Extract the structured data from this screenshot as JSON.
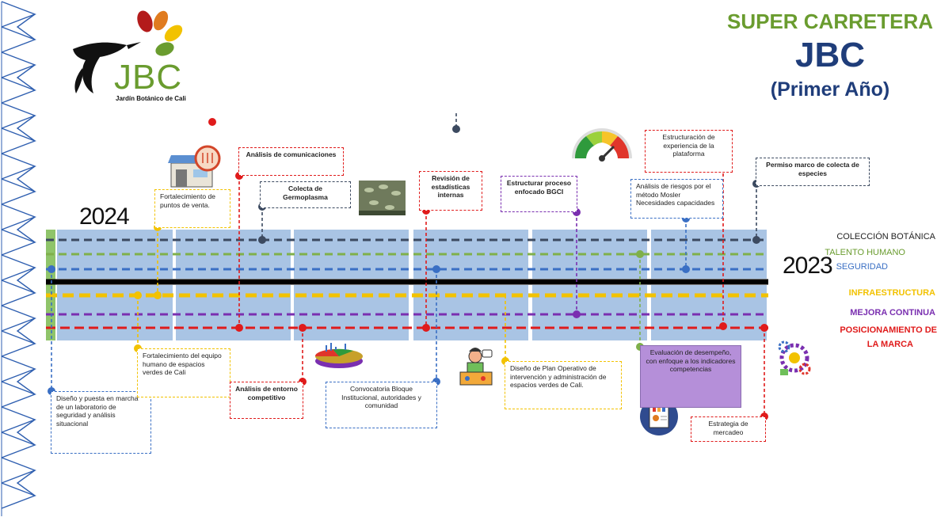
{
  "header": {
    "title_line1": "SUPER CARRETERA",
    "title_line2": "JBC",
    "title_line3": "(Primer Año)"
  },
  "logo": {
    "letters": "JBC",
    "subtitle": "Jardín Botánico de Cali"
  },
  "years": {
    "left": "2024",
    "right": "2023"
  },
  "colors": {
    "green": "#6a9c2f",
    "navy": "#1f3d7a",
    "red": "#e01b1b",
    "blue": "#3a6fc4",
    "yellow": "#f2c200",
    "purple": "#7a2fb0",
    "dark": "#3c4a60",
    "lane_fill": "#a9c4e4"
  },
  "legend": [
    {
      "label": "COLECCIÓN BOTÁNICA",
      "color": "#222222"
    },
    {
      "label": "TALENTO HUMANO",
      "color": "#6a9c2f"
    },
    {
      "label": "SEGURIDAD",
      "color": "#3a6fc4"
    },
    {
      "label": "INFRAESTRUCTURA",
      "color": "#f2c200"
    },
    {
      "label": "MEJORA CONTINUA",
      "color": "#7a2fb0"
    },
    {
      "label": "POSICIONAMIENTO DE",
      "color": "#e01b1b"
    },
    {
      "label": "LA MARCA",
      "color": "#e01b1b"
    }
  ],
  "milestones": {
    "fortalecimiento_puntos": "Fortalecimiento de puntos de venta.",
    "analisis_comunicaciones": "Análisis de comunicaciones",
    "colecta_germoplasma": "Colecta de Germoplasma",
    "revision_estadisticas": "Revisión de estadísticas internas",
    "estructurar_proceso": "Estructurar proceso enfocado BGCI",
    "analisis_riesgos": "Análisis de riesgos por el método Mosler Necesidades capacidades",
    "estructuracion_experiencia": "Estructuración de experiencia de la plataforma",
    "permiso_marco": "Permiso marco de colecta de especies",
    "diseno_laboratorio": "Diseño y puesta en marcha de un laboratorio de seguridad y análisis situacional",
    "fortalecimiento_equipo": "Fortalecimiento del equipo humano de espacios verdes de Cali",
    "analisis_entorno": "Análisis de entorno competitivo",
    "convocatoria_bloque": "Convocatoria Bloque Institucional, autoridades y comunidad",
    "diseno_plan_operativo": "Diseño de Plan Operativo de intervención y administración de espacios verdes de Cali.",
    "evaluacion_desempeno": "Evaluación de desempeño, con enfoque a los indicadores competencias",
    "estrategia_mercadeo": "Estrategia de mercadeo"
  }
}
